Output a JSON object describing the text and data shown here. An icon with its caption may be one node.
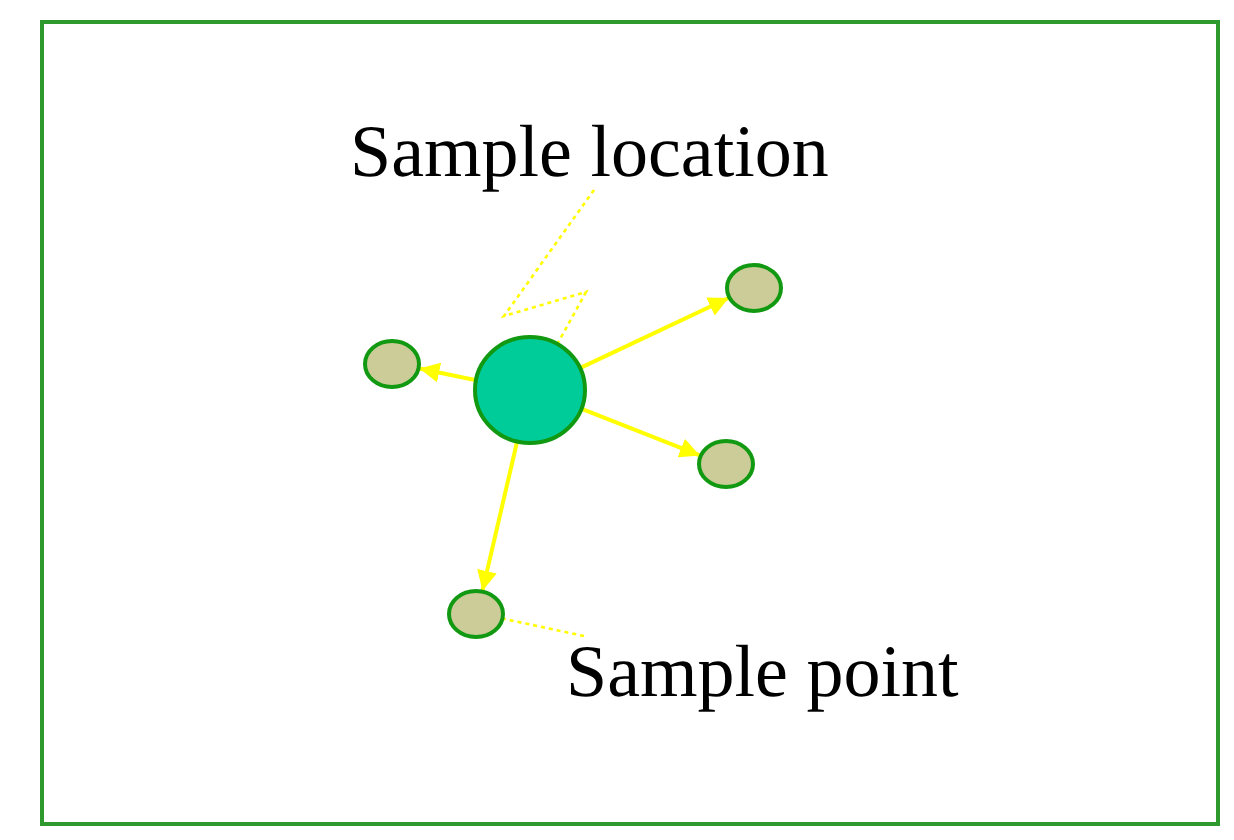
{
  "diagram": {
    "nodes": [
      {
        "text": [
          "Sample location"
        ]
      },
      {
        "text": [],
        "shape": "circle"
      },
      {
        "text": [],
        "shape": "circle"
      },
      {
        "text": [],
        "shape": "circle"
      },
      {
        "text": [],
        "shape": "circle"
      },
      {
        "text": [],
        "shape": "circle"
      },
      {
        "text": [
          "Sample point"
        ]
      }
    ],
    "edges": [
      {
        "from": 0,
        "to": 1,
        "arrow": "none",
        "style": "dashed"
      },
      {
        "from": 1,
        "to": 2,
        "arrow": "to"
      },
      {
        "from": 1,
        "to": 3,
        "arrow": "to"
      },
      {
        "from": 1,
        "to": 4,
        "arrow": "to"
      },
      {
        "from": 1,
        "to": 5,
        "arrow": "to"
      },
      {
        "from": 6,
        "to": 5,
        "arrow": "none",
        "style": "dashed"
      }
    ]
  }
}
